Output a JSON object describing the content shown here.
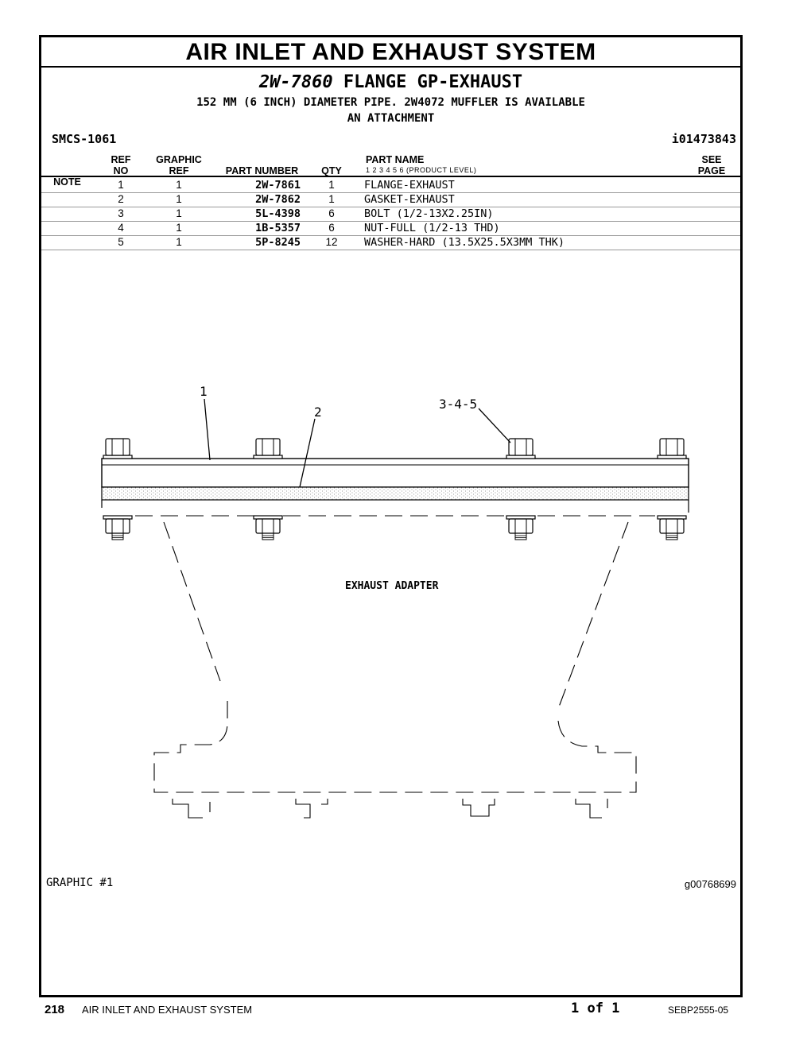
{
  "page_title": "AIR INLET AND EXHAUST SYSTEM",
  "group": {
    "number": "2W-7860",
    "name": "FLANGE GP-EXHAUST",
    "description_line1": "152 MM (6 INCH) DIAMETER PIPE. 2W4072 MUFFLER IS AVAILABLE",
    "description_line2": "AN ATTACHMENT",
    "smcs": "SMCS-1061",
    "illustration_id": "i01473843"
  },
  "table": {
    "headers": {
      "note": "NOTE",
      "ref_no_1": "REF",
      "ref_no_2": "NO",
      "graphic_ref_1": "GRAPHIC",
      "graphic_ref_2": "REF",
      "part_number": "PART NUMBER",
      "qty": "QTY",
      "part_name": "PART NAME",
      "product_level": "1   2   3   4   5   6   (PRODUCT LEVEL)",
      "see_page_1": "SEE",
      "see_page_2": "PAGE"
    },
    "rows": [
      {
        "ref": "1",
        "graphic_ref": "1",
        "part_number": "2W-7861",
        "qty": "1",
        "name": "FLANGE-EXHAUST"
      },
      {
        "ref": "2",
        "graphic_ref": "1",
        "part_number": "2W-7862",
        "qty": "1",
        "name": "GASKET-EXHAUST"
      },
      {
        "ref": "3",
        "graphic_ref": "1",
        "part_number": "5L-4398",
        "qty": "6",
        "name": "BOLT (1/2-13X2.25IN)"
      },
      {
        "ref": "4",
        "graphic_ref": "1",
        "part_number": "1B-5357",
        "qty": "6",
        "name": "NUT-FULL (1/2-13 THD)"
      },
      {
        "ref": "5",
        "graphic_ref": "1",
        "part_number": "5P-8245",
        "qty": "12",
        "name": "WASHER-HARD (13.5X25.5X3MM THK)"
      }
    ]
  },
  "drawing": {
    "callout_1": "1",
    "callout_2": "2",
    "callout_3": "3-4-5",
    "adapter_label": "EXHAUST ADAPTER"
  },
  "graphic": {
    "label": "GRAPHIC #1",
    "id": "g00768699"
  },
  "footer": {
    "page_number": "218",
    "section": "AIR INLET AND EXHAUST SYSTEM",
    "page_count": "1 of 1",
    "document": "SEBP2555-05"
  }
}
